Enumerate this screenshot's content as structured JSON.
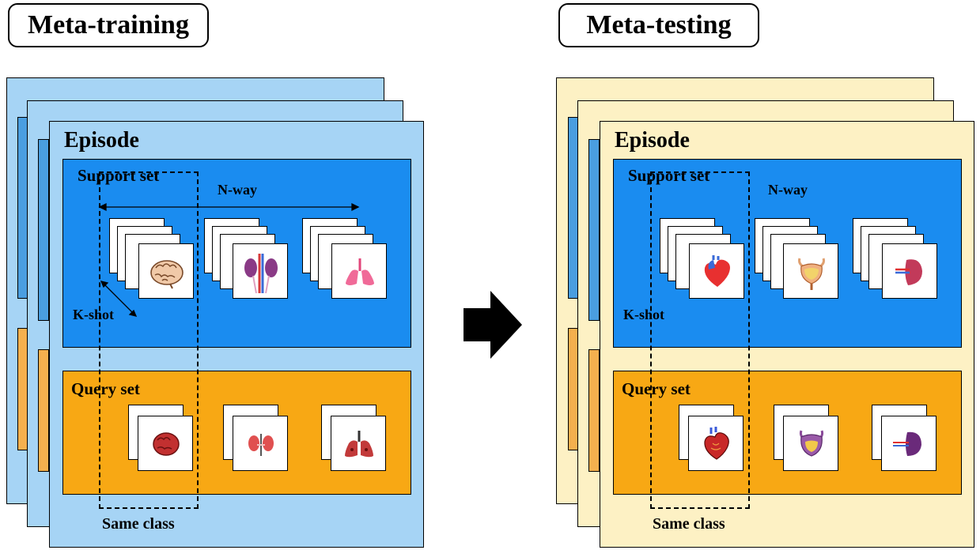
{
  "meta_training": {
    "title": "Meta-training",
    "episode_label": "Episode",
    "support_label": "Support set",
    "query_label": "Query set",
    "n_way_label": "N-way",
    "k_shot_label": "K-shot",
    "same_class_label": "Same class",
    "support_icons": [
      "brain-icon",
      "kidneys-icon",
      "lungs-icon"
    ],
    "query_icons": [
      "brain-icon",
      "kidneys-icon",
      "lungs-icon"
    ]
  },
  "meta_testing": {
    "title": "Meta-testing",
    "episode_label": "Episode",
    "support_label": "Support set",
    "query_label": "Query set",
    "n_way_label": "N-way",
    "k_shot_label": "K-shot",
    "same_class_label": "Same class",
    "support_icons": [
      "heart-icon",
      "bladder-icon",
      "spleen-icon"
    ],
    "query_icons": [
      "heart-icon",
      "bladder-icon",
      "spleen-icon"
    ]
  },
  "colors": {
    "training_card": "#a6d4f5",
    "testing_card": "#fdf1c4",
    "support_bg": "#1a8cf0",
    "query_bg": "#f8a814",
    "arrow": "#000000"
  }
}
